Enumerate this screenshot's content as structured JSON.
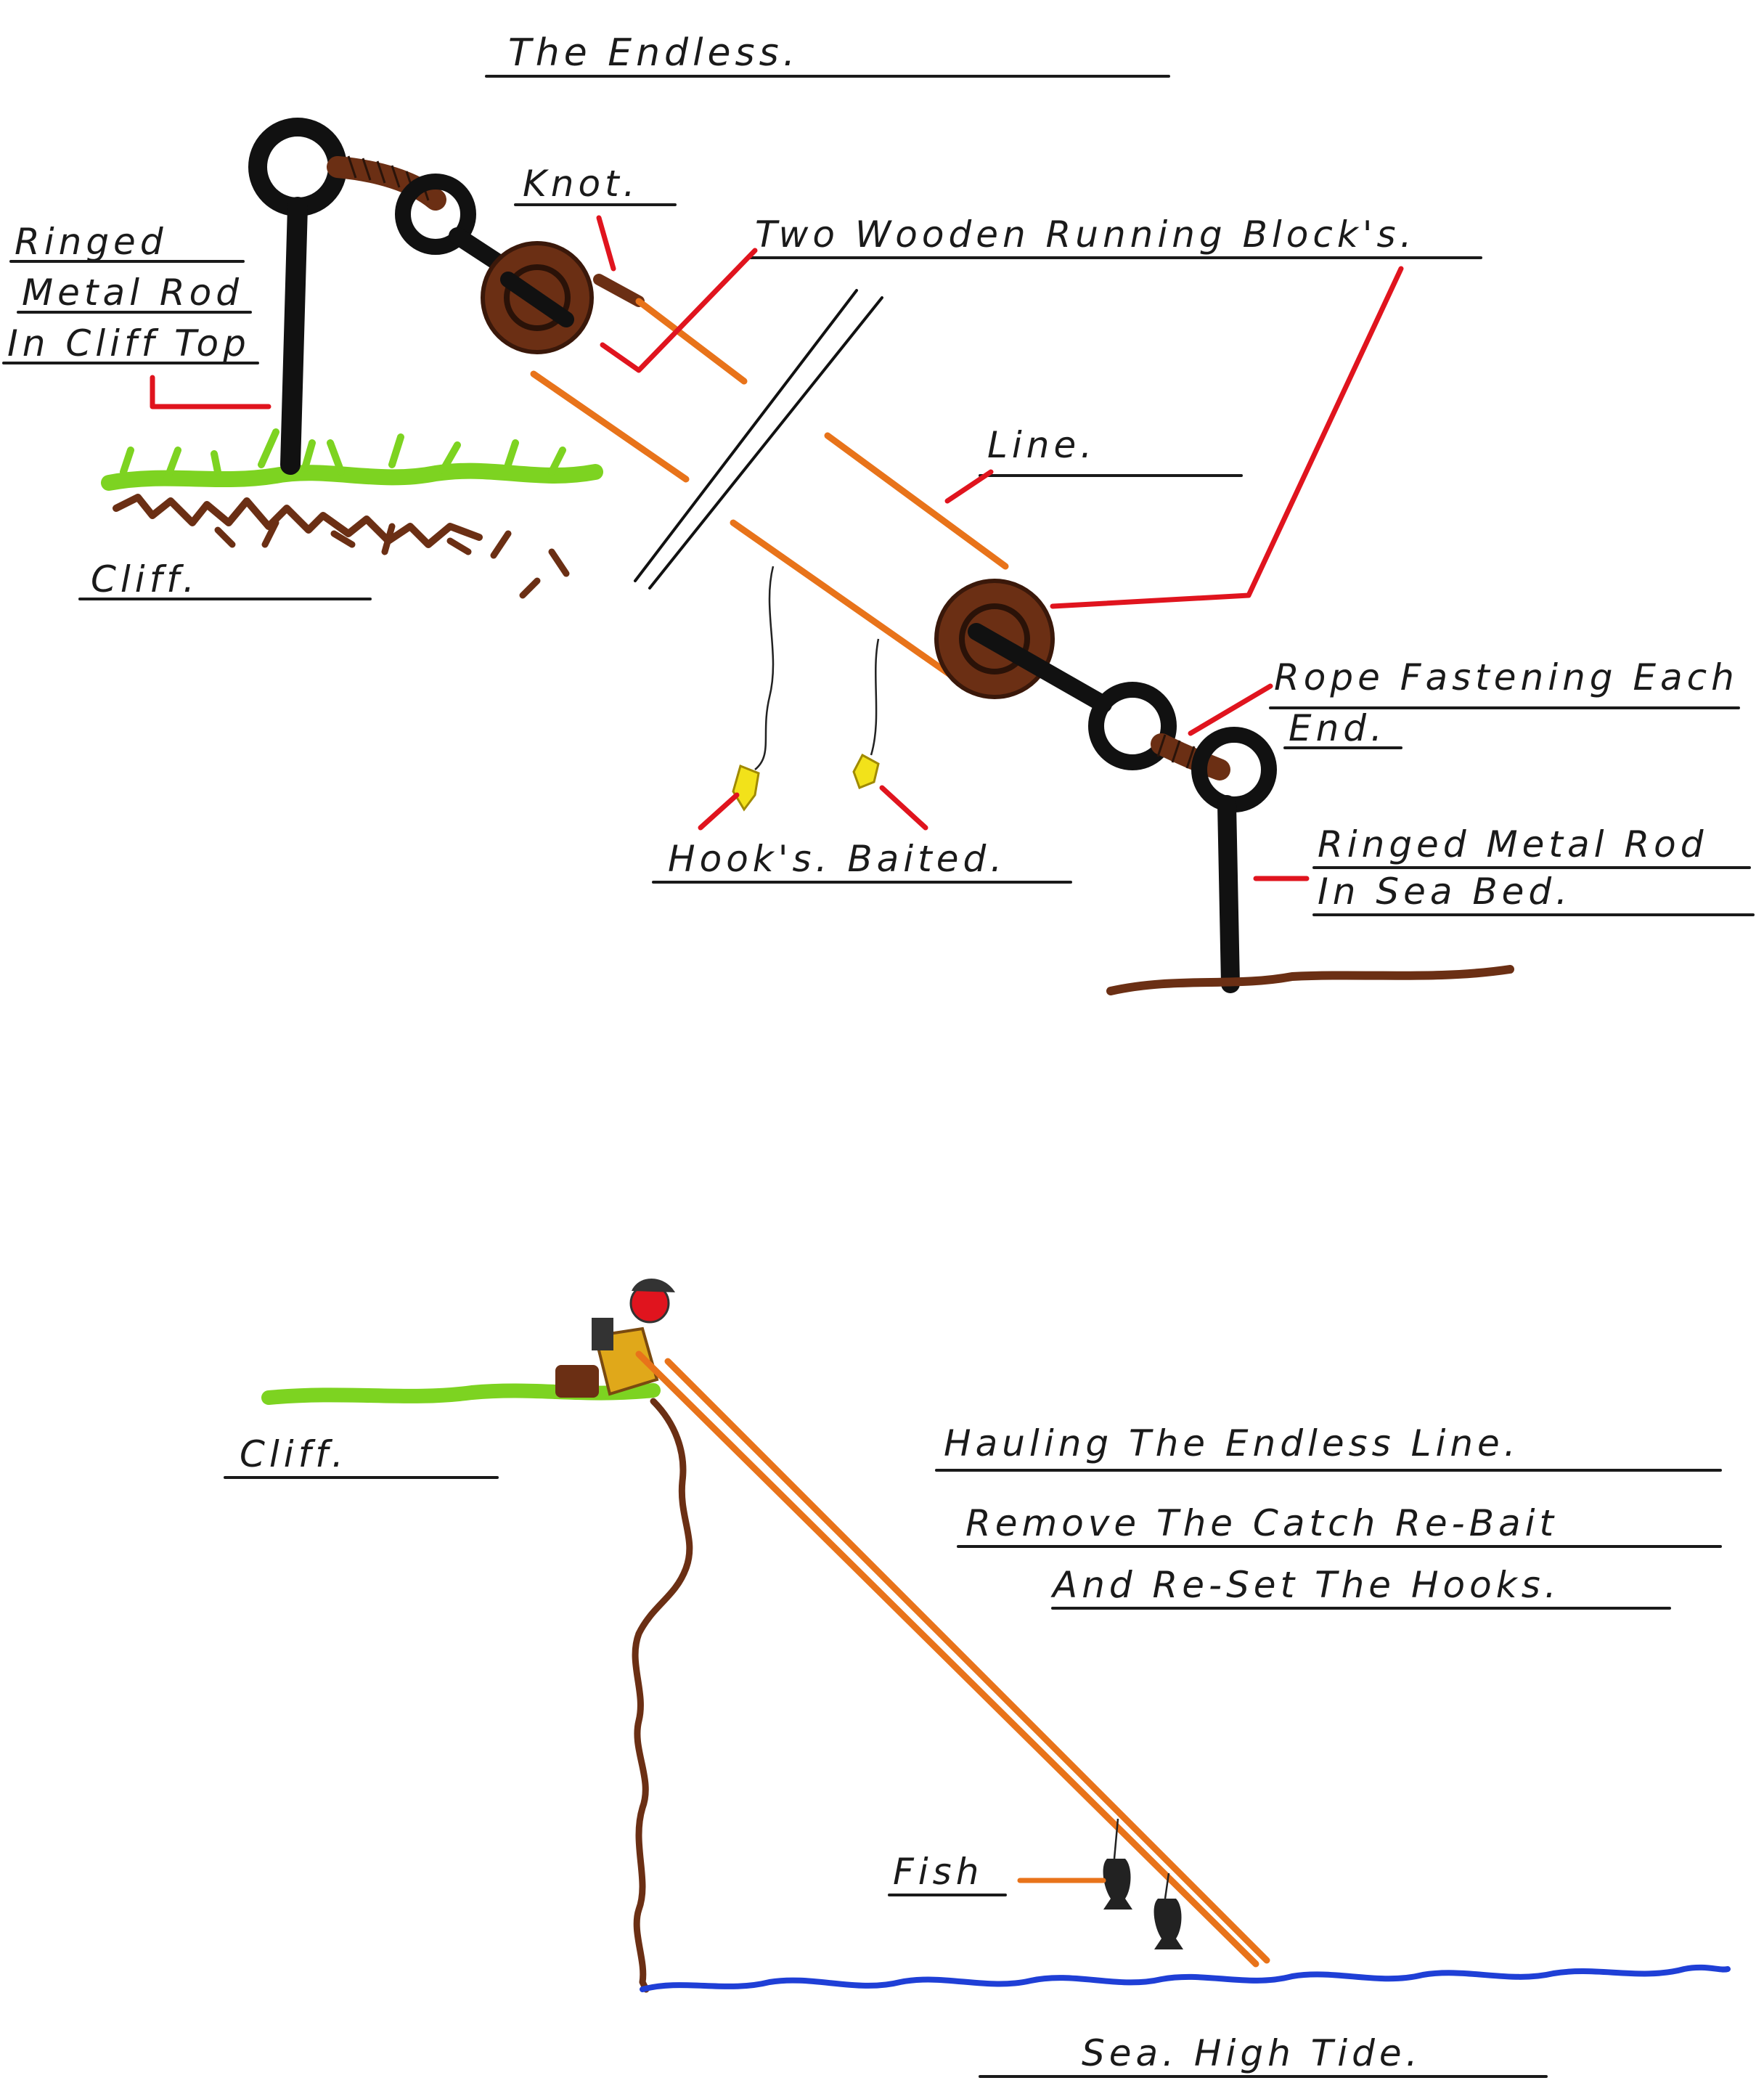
{
  "diagram_top": {
    "title": "The Endless.",
    "labels": {
      "ringed_rod_cliff": [
        "Ringed",
        "Metal Rod",
        "In Cliff Top"
      ],
      "knot": "Knot.",
      "running_blocks": "Two Wooden Running Block's.",
      "line": "Line.",
      "cliff": "Cliff.",
      "rope_fastening": [
        "Rope Fastening Each",
        "End."
      ],
      "hooks_baited": "Hook's. Baited.",
      "ringed_rod_sea": [
        "Ringed Metal Rod",
        "In Sea Bed."
      ]
    }
  },
  "diagram_bottom": {
    "labels": {
      "cliff": "Cliff.",
      "hauling": [
        "Hauling The Endless Line.",
        "Remove The Catch Re-Bait",
        "And Re-Set The Hooks."
      ],
      "fish": "Fish",
      "sea": "Sea. High Tide."
    }
  },
  "colors": {
    "pointer": "#e0141e",
    "line": "#e8731a",
    "block": "#6b2f14",
    "grass": "#7dd321",
    "water": "#1f3fd6",
    "bait": "#f2e21a"
  }
}
